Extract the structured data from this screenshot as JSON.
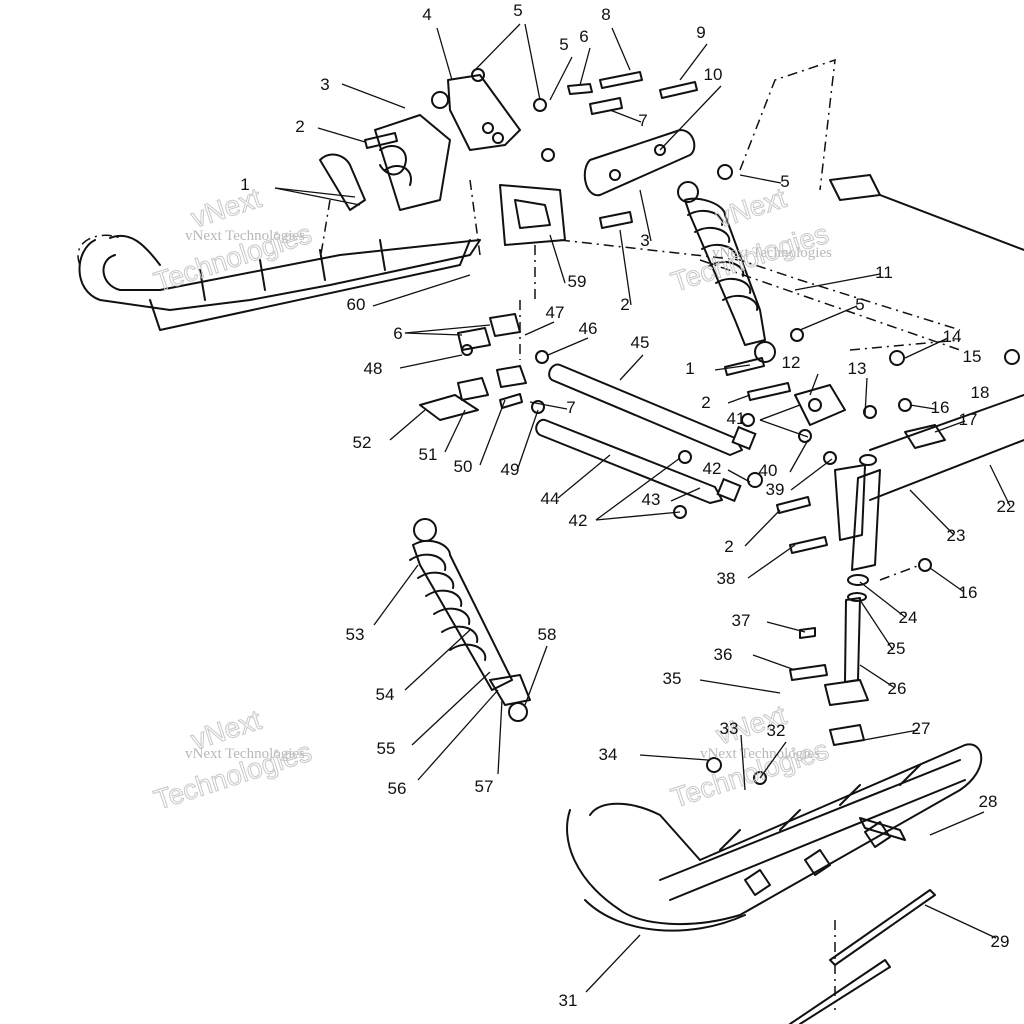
{
  "diagram": {
    "type": "exploded-parts-diagram",
    "watermark_lines": [
      "vNext",
      "vNext Technologies",
      "Technologies"
    ],
    "callouts": [
      "1",
      "2",
      "3",
      "4",
      "5",
      "6",
      "7",
      "8",
      "9",
      "10",
      "11",
      "12",
      "13",
      "14",
      "15",
      "16",
      "17",
      "18",
      "22",
      "23",
      "24",
      "25",
      "26",
      "27",
      "28",
      "29",
      "31",
      "32",
      "33",
      "34",
      "35",
      "36",
      "37",
      "38",
      "39",
      "40",
      "41",
      "42",
      "43",
      "44",
      "45",
      "46",
      "47",
      "48",
      "49",
      "50",
      "51",
      "52",
      "53",
      "54",
      "55",
      "56",
      "57",
      "58",
      "59",
      "60"
    ],
    "callout_labels": [
      {
        "label": "1"
      },
      {
        "label": "2"
      },
      {
        "label": "3"
      },
      {
        "label": "4"
      },
      {
        "label": "5"
      },
      {
        "label": "5"
      },
      {
        "label": "6"
      },
      {
        "label": "8"
      },
      {
        "label": "9"
      },
      {
        "label": "10"
      },
      {
        "label": "7"
      },
      {
        "label": "5"
      },
      {
        "label": "3"
      },
      {
        "label": "2"
      },
      {
        "label": "59"
      },
      {
        "label": "60"
      },
      {
        "label": "11"
      },
      {
        "label": "5"
      },
      {
        "label": "14"
      },
      {
        "label": "15"
      },
      {
        "label": "18"
      },
      {
        "label": "6"
      },
      {
        "label": "47"
      },
      {
        "label": "46"
      },
      {
        "label": "48"
      },
      {
        "label": "45"
      },
      {
        "label": "1"
      },
      {
        "label": "12"
      },
      {
        "label": "13"
      },
      {
        "label": "16"
      },
      {
        "label": "2"
      },
      {
        "label": "41"
      },
      {
        "label": "17"
      },
      {
        "label": "7"
      },
      {
        "label": "52"
      },
      {
        "label": "51"
      },
      {
        "label": "50"
      },
      {
        "label": "49"
      },
      {
        "label": "44"
      },
      {
        "label": "42"
      },
      {
        "label": "40"
      },
      {
        "label": "22"
      },
      {
        "label": "39"
      },
      {
        "label": "43"
      },
      {
        "label": "42"
      },
      {
        "label": "23"
      },
      {
        "label": "2"
      },
      {
        "label": "38"
      },
      {
        "label": "16"
      },
      {
        "label": "24"
      },
      {
        "label": "37"
      },
      {
        "label": "25"
      },
      {
        "label": "53"
      },
      {
        "label": "58"
      },
      {
        "label": "36"
      },
      {
        "label": "26"
      },
      {
        "label": "35"
      },
      {
        "label": "54"
      },
      {
        "label": "27"
      },
      {
        "label": "33"
      },
      {
        "label": "32"
      },
      {
        "label": "34"
      },
      {
        "label": "55"
      },
      {
        "label": "56"
      },
      {
        "label": "57"
      },
      {
        "label": "28"
      },
      {
        "label": "29"
      },
      {
        "label": "31"
      }
    ]
  }
}
